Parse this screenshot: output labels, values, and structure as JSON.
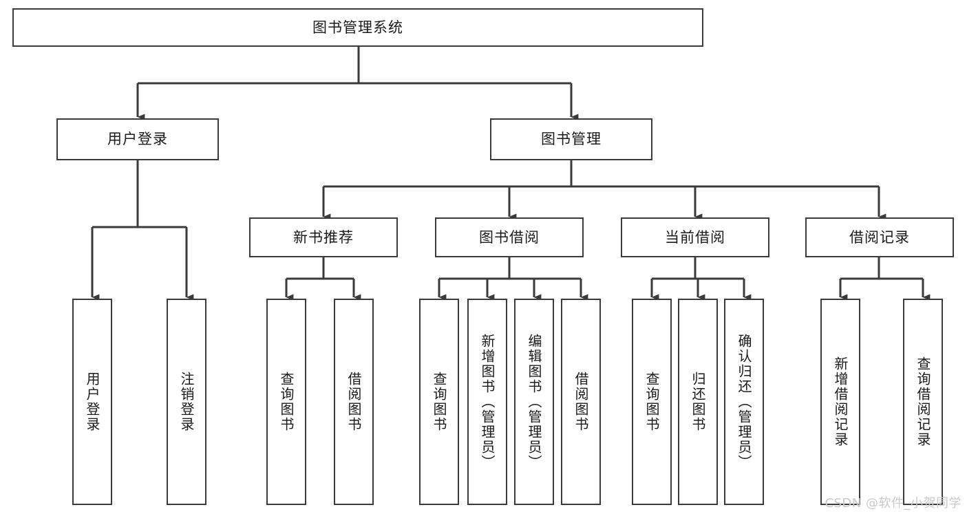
{
  "diagram": {
    "title_node": {
      "label": "图书管理系统"
    },
    "level2": [
      {
        "id": "user-login",
        "label": "用户登录"
      },
      {
        "id": "book-management",
        "label": "图书管理"
      }
    ],
    "level3": [
      {
        "id": "new-book-recommend",
        "label": "新书推荐"
      },
      {
        "id": "book-borrow",
        "label": "图书借阅"
      },
      {
        "id": "current-borrow",
        "label": "当前借阅"
      },
      {
        "id": "borrow-record",
        "label": "借阅记录"
      }
    ],
    "leaves": [
      {
        "id": "leaf-user-login",
        "label": "用户登录",
        "parent": "user-login"
      },
      {
        "id": "leaf-logout-login",
        "label": "注销登录",
        "parent": "user-login"
      },
      {
        "id": "leaf-query-book-1",
        "label": "查询图书",
        "parent": "new-book-recommend"
      },
      {
        "id": "leaf-borrow-book-1",
        "label": "借阅图书",
        "parent": "new-book-recommend"
      },
      {
        "id": "leaf-query-book-2",
        "label": "查询图书",
        "parent": "book-borrow"
      },
      {
        "id": "leaf-add-book",
        "label": "新增图书（管理员）",
        "parent": "book-borrow"
      },
      {
        "id": "leaf-edit-book",
        "label": "编辑图书（管理员）",
        "parent": "book-borrow"
      },
      {
        "id": "leaf-borrow-book-2",
        "label": "借阅图书",
        "parent": "book-borrow"
      },
      {
        "id": "leaf-query-book-3",
        "label": "查询图书",
        "parent": "current-borrow"
      },
      {
        "id": "leaf-return-book",
        "label": "归还图书",
        "parent": "current-borrow"
      },
      {
        "id": "leaf-confirm-return",
        "label": "确认归还（管理员）",
        "parent": "current-borrow"
      },
      {
        "id": "leaf-add-borrow-record",
        "label": "新增借阅记录",
        "parent": "borrow-record"
      },
      {
        "id": "leaf-query-borrow-record",
        "label": "查询借阅记录",
        "parent": "borrow-record"
      }
    ],
    "watermark": "CSDN @软件_小贺同学",
    "colors": {
      "stroke": "#3a3a3a",
      "box_fill": "#ffffff",
      "text": "#1a1a1a",
      "watermark": "#c9c9c9",
      "page_background": "#ffffff"
    }
  }
}
